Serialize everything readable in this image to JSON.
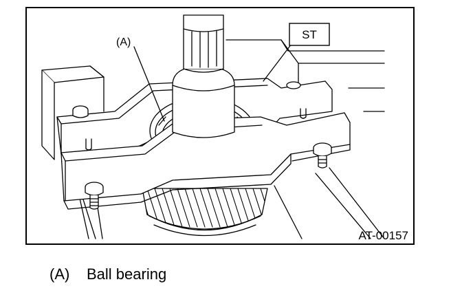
{
  "figure": {
    "callouts": {
      "a_label": "(A)",
      "st_label": "ST"
    },
    "figure_id": "AT-00157"
  },
  "legend": {
    "items": [
      {
        "key": "(A)",
        "text": "Ball bearing"
      }
    ]
  }
}
